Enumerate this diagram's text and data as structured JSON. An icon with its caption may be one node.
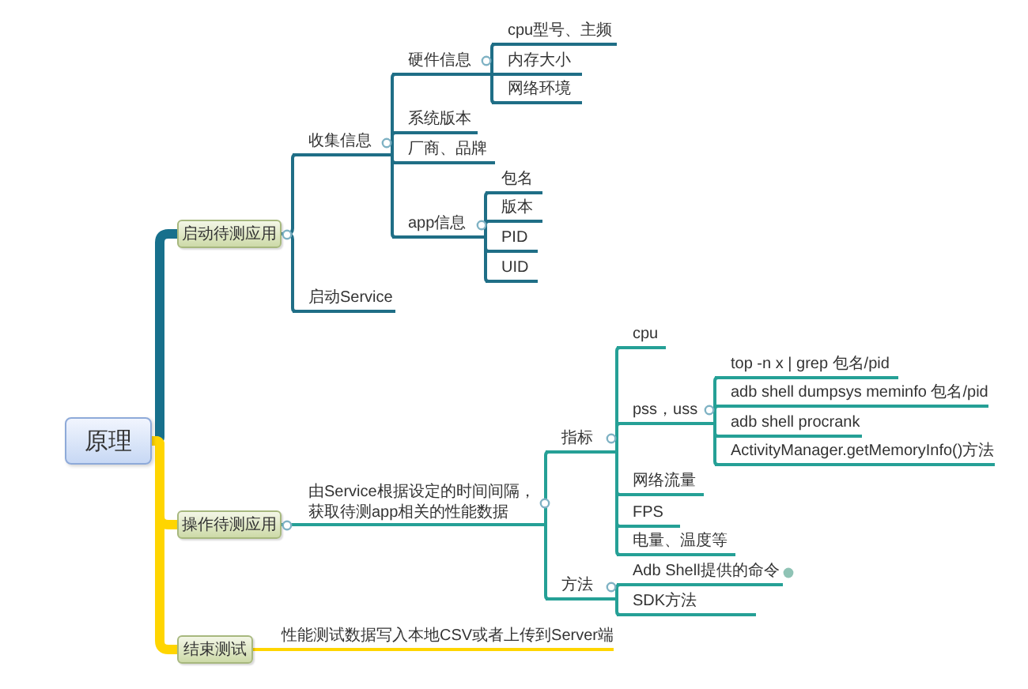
{
  "diagram": {
    "nodes": [
      {
        "text": [
          "原理"
        ]
      },
      {
        "text": [
          "启动待测应用"
        ]
      },
      {
        "text": [
          "收集信息"
        ]
      },
      {
        "text": [
          "硬件信息"
        ]
      },
      {
        "text": [
          "cpu型号、主频"
        ]
      },
      {
        "text": [
          "内存大小"
        ]
      },
      {
        "text": [
          "网络环境"
        ]
      },
      {
        "text": [
          "系统版本"
        ]
      },
      {
        "text": [
          "厂商、品牌"
        ]
      },
      {
        "text": [
          "app信息"
        ]
      },
      {
        "text": [
          "包名"
        ]
      },
      {
        "text": [
          "版本"
        ]
      },
      {
        "text": [
          "PID"
        ]
      },
      {
        "text": [
          "UID"
        ]
      },
      {
        "text": [
          "启动Service"
        ]
      },
      {
        "text": [
          "操作待测应用"
        ]
      },
      {
        "text": [
          "由Service根据设定的时间间隔，获取待测app相关的性能数据"
        ]
      },
      {
        "text": [
          "指标"
        ]
      },
      {
        "text": [
          "cpu"
        ]
      },
      {
        "text": [
          "pss，uss"
        ]
      },
      {
        "text": [
          "top -n x | grep 包名/pid"
        ]
      },
      {
        "text": [
          "adb shell dumpsys meminfo 包名/pid"
        ]
      },
      {
        "text": [
          "adb shell procrank"
        ]
      },
      {
        "text": [
          "ActivityManager.getMemoryInfo()方法"
        ]
      },
      {
        "text": [
          "网络流量"
        ]
      },
      {
        "text": [
          "FPS"
        ]
      },
      {
        "text": [
          "电量、温度等"
        ]
      },
      {
        "text": [
          "方法"
        ]
      },
      {
        "text": [
          "Adb Shell提供的命令"
        ]
      },
      {
        "text": [
          "SDK方法"
        ]
      },
      {
        "text": [
          "结束测试"
        ]
      },
      {
        "text": [
          "性能测试数据写入本地CSV或者上传到Server端"
        ]
      }
    ],
    "edges": [
      {
        "from": 0,
        "to": 1,
        "arrow": "none",
        "style": "thick",
        "color": "#17708c"
      },
      {
        "from": 0,
        "to": 15,
        "arrow": "none",
        "style": "thick",
        "color": "#ffd500"
      },
      {
        "from": 0,
        "to": 30,
        "arrow": "none",
        "style": "thick",
        "color": "#ffd500"
      },
      {
        "from": 1,
        "to": 2,
        "arrow": "none",
        "color": "#1f6e86"
      },
      {
        "from": 2,
        "to": 3,
        "arrow": "none",
        "color": "#1f6e86"
      },
      {
        "from": 3,
        "to": 4,
        "arrow": "none",
        "color": "#1f6e86"
      },
      {
        "from": 3,
        "to": 5,
        "arrow": "none",
        "color": "#1f6e86"
      },
      {
        "from": 3,
        "to": 6,
        "arrow": "none",
        "color": "#1f6e86"
      },
      {
        "from": 2,
        "to": 7,
        "arrow": "none",
        "color": "#1f6e86"
      },
      {
        "from": 2,
        "to": 8,
        "arrow": "none",
        "color": "#1f6e86"
      },
      {
        "from": 2,
        "to": 9,
        "arrow": "none",
        "color": "#1f6e86"
      },
      {
        "from": 9,
        "to": 10,
        "arrow": "none",
        "color": "#1f6e86"
      },
      {
        "from": 9,
        "to": 11,
        "arrow": "none",
        "color": "#1f6e86"
      },
      {
        "from": 9,
        "to": 12,
        "arrow": "none",
        "color": "#1f6e86"
      },
      {
        "from": 9,
        "to": 13,
        "arrow": "none",
        "color": "#1f6e86"
      },
      {
        "from": 1,
        "to": 14,
        "arrow": "none",
        "color": "#1f6e86"
      },
      {
        "from": 15,
        "to": 16,
        "arrow": "none"
      },
      {
        "from": 16,
        "to": 17,
        "arrow": "none"
      },
      {
        "from": 17,
        "to": 18,
        "arrow": "none"
      },
      {
        "from": 17,
        "to": 19,
        "arrow": "none"
      },
      {
        "from": 19,
        "to": 20,
        "arrow": "none"
      },
      {
        "from": 19,
        "to": 21,
        "arrow": "none"
      },
      {
        "from": 19,
        "to": 22,
        "arrow": "none"
      },
      {
        "from": 19,
        "to": 23,
        "arrow": "none"
      },
      {
        "from": 17,
        "to": 24,
        "arrow": "none"
      },
      {
        "from": 17,
        "to": 25,
        "arrow": "none"
      },
      {
        "from": 17,
        "to": 26,
        "arrow": "none"
      },
      {
        "from": 16,
        "to": 27,
        "arrow": "none"
      },
      {
        "from": 27,
        "to": 28,
        "arrow": "none"
      },
      {
        "from": 27,
        "to": 29,
        "arrow": "none"
      },
      {
        "from": 30,
        "to": 31,
        "arrow": "none",
        "color": "#ffd500"
      }
    ]
  }
}
